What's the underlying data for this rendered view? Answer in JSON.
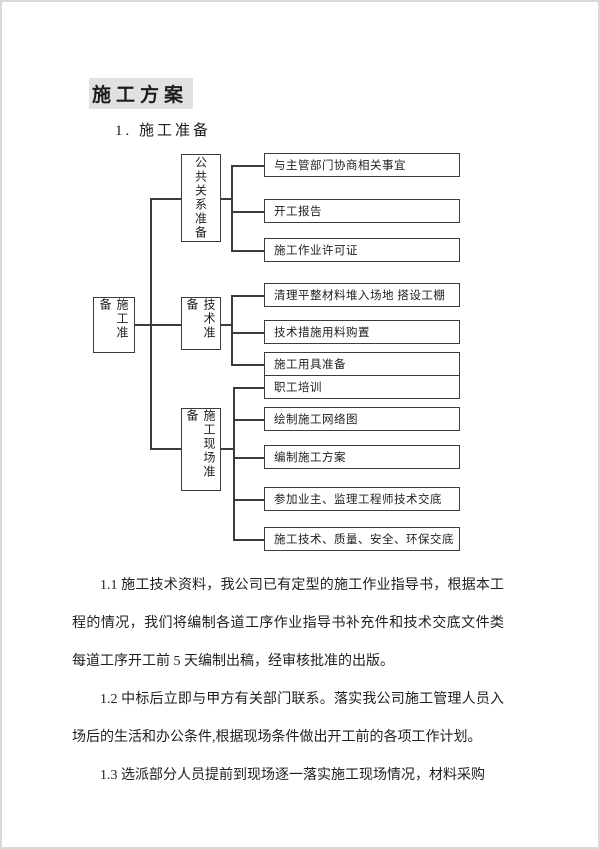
{
  "page": {
    "title": "施工方案",
    "section_heading": "1. 施工准备"
  },
  "diagram": {
    "root": "施工准备",
    "branches": [
      {
        "label": "公共关系准备",
        "children": [
          "与主管部门协商相关事宜",
          "开工报告",
          "施工作业许可证"
        ]
      },
      {
        "label": "技术准备",
        "children": [
          "清理平整材料堆入场地 搭设工棚",
          "技术措施用料购置",
          "施工用具准备"
        ]
      },
      {
        "label": "施工现场准备",
        "children": [
          "职工培训",
          "绘制施工网络图",
          "编制施工方案",
          "参加业主、监理工程师技术交底",
          "施工技术、质量、安全、环保交底"
        ]
      }
    ]
  },
  "paragraphs": [
    "1.1 施工技术资料，我公司已有定型的施工作业指导书，根据本工程的情况，我们将编制各道工序作业指导书补充件和技术交底文件类每道工序开工前 5 天编制出稿，经审核批准的出版。",
    "1.2 中标后立即与甲方有关部门联系。落实我公司施工管理人员入场后的生活和办公条件,根据现场条件做出开工前的各项工作计划。",
    "1.3 选派部分人员提前到现场逐一落实施工现场情况，材料采购"
  ]
}
